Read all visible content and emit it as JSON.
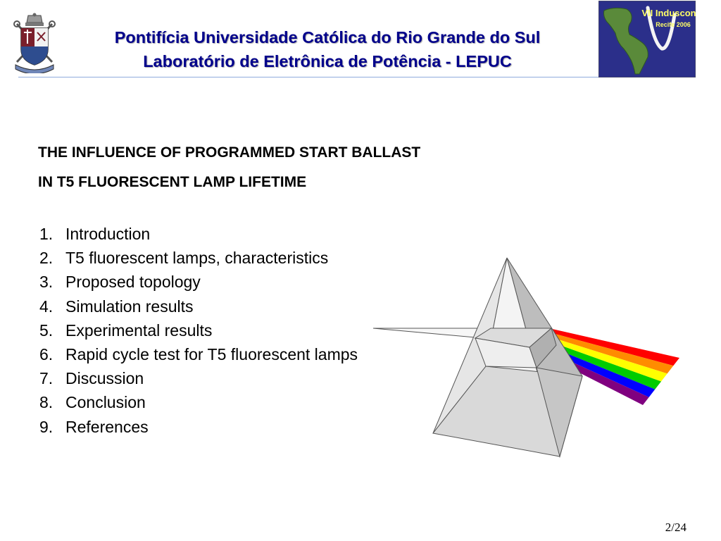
{
  "header": {
    "line1": "Pontifícia Universidade Católica do Rio Grande do Sul",
    "line2": "Laboratório de Eletrônica de Potência - LEPUC",
    "logo_left_icon": "university-crest-icon",
    "logo_right_icon": "conference-logo-icon",
    "logo_right_text1": "VII Induscon",
    "logo_right_text2": "Recife 2006"
  },
  "title": {
    "line1": "THE INFLUENCE OF PROGRAMMED START BALLAST",
    "line2": "IN T5 FLUORESCENT LAMP LIFETIME"
  },
  "toc": [
    {
      "num": "1.",
      "text": "Introduction"
    },
    {
      "num": "2.",
      "text": "T5 fluorescent lamps, characteristics"
    },
    {
      "num": "3.",
      "text": "Proposed topology"
    },
    {
      "num": "4.",
      "text": "Simulation results"
    },
    {
      "num": "5.",
      "text": "Experimental results"
    },
    {
      "num": "6.",
      "text": "Rapid cycle test for T5 fluorescent lamps"
    },
    {
      "num": "7.",
      "text": "Discussion"
    },
    {
      "num": "8.",
      "text": "Conclusion"
    },
    {
      "num": "9.",
      "text": "References"
    }
  ],
  "illustration": {
    "icon": "prism-spectrum-icon",
    "spectrum_colors": [
      "#ff0000",
      "#ff8c00",
      "#ffff00",
      "#00cc00",
      "#0000ff",
      "#800080"
    ]
  },
  "colors": {
    "header_text": "#00008B",
    "logo_right_bg": "#2b2f8a",
    "logo_right_text": "#ffff66"
  },
  "page_number": "2/24"
}
